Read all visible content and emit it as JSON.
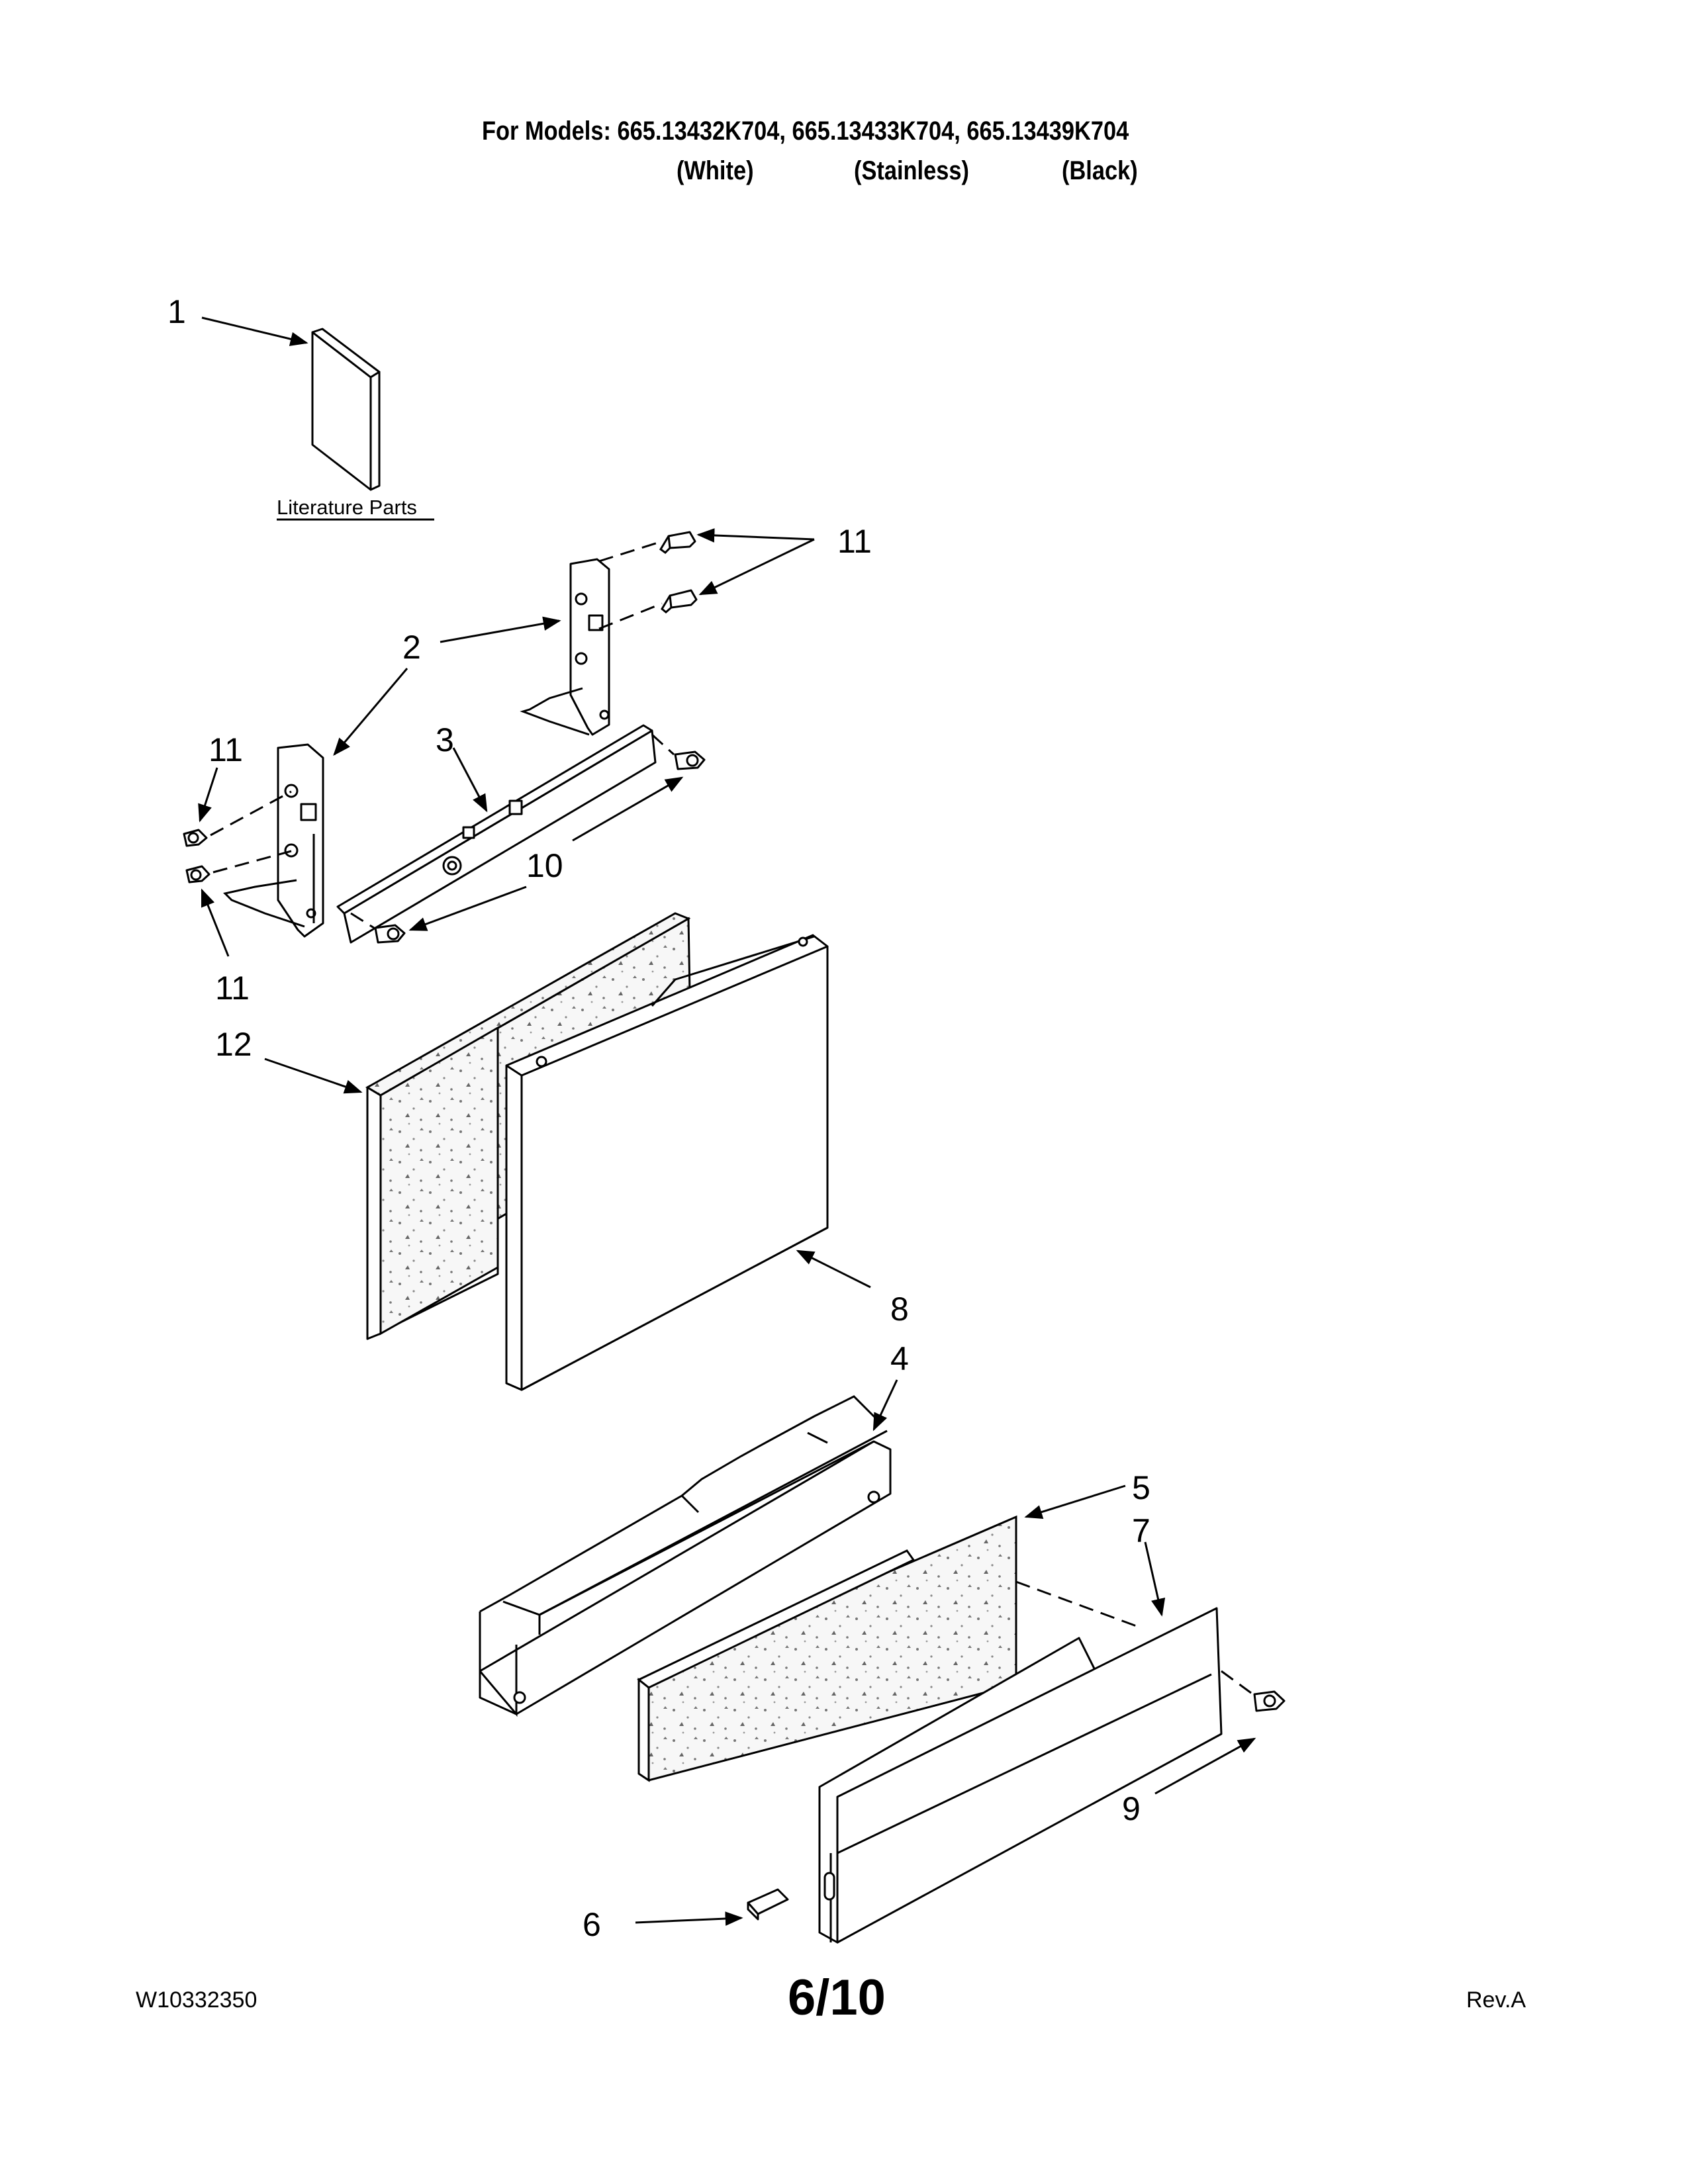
{
  "header": {
    "models_line": "For Models: 665.13432K704, 665.13433K704, 665.13439K704",
    "variants": [
      "(White)",
      "(Stainless)",
      "(Black)"
    ]
  },
  "literature_label": "Literature Parts",
  "callouts": {
    "c1": "1",
    "c2": "2",
    "c3": "3",
    "c4": "4",
    "c5": "5",
    "c6": "6",
    "c7": "7",
    "c8": "8",
    "c9": "9",
    "c10": "10",
    "c11_top": "11",
    "c11_left_upper": "11",
    "c11_left_lower": "11",
    "c12": "12"
  },
  "footer": {
    "doc_number": "W10332350",
    "page": "6/10",
    "revision": "Rev.A"
  }
}
